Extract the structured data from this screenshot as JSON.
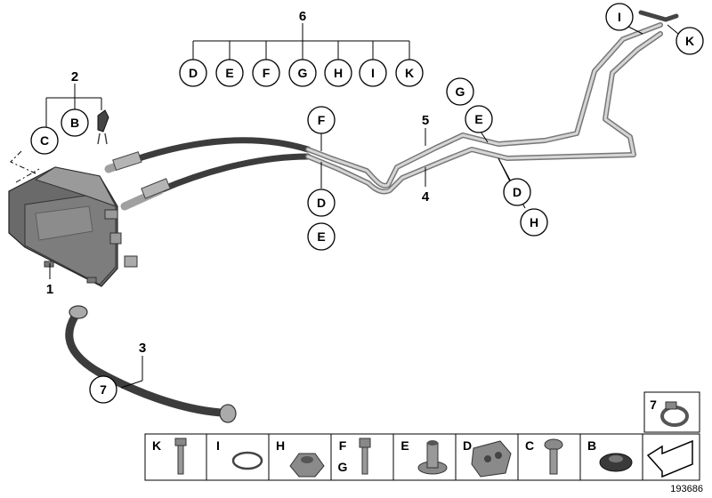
{
  "diagram": {
    "part_numbers": {
      "p1": "1",
      "p2": "2",
      "p3": "3",
      "p4": "4",
      "p5": "5",
      "p6": "6",
      "p7": "7"
    },
    "group6_letters": [
      "D",
      "E",
      "F",
      "G",
      "H",
      "I",
      "K"
    ],
    "group2_letters": [
      "C",
      "B"
    ],
    "pipe_callouts": {
      "F": "F",
      "D_left": "D",
      "E_left": "E",
      "G": "G",
      "E_right": "E",
      "D_right": "D",
      "H": "H",
      "I": "I",
      "K": "K"
    },
    "hose_callout_7": "7",
    "legend_top_number": "7",
    "legend_cells": [
      "K",
      "I",
      "H",
      "F",
      "E",
      "D",
      "C",
      "B"
    ],
    "legend_cell_F_sub": "G",
    "reference_number": "193686"
  },
  "colors": {
    "ink": "#000000",
    "pipe_gray": "#a8a8a8",
    "hose_dark": "#3c3c3c",
    "part_gray": "#888888"
  }
}
